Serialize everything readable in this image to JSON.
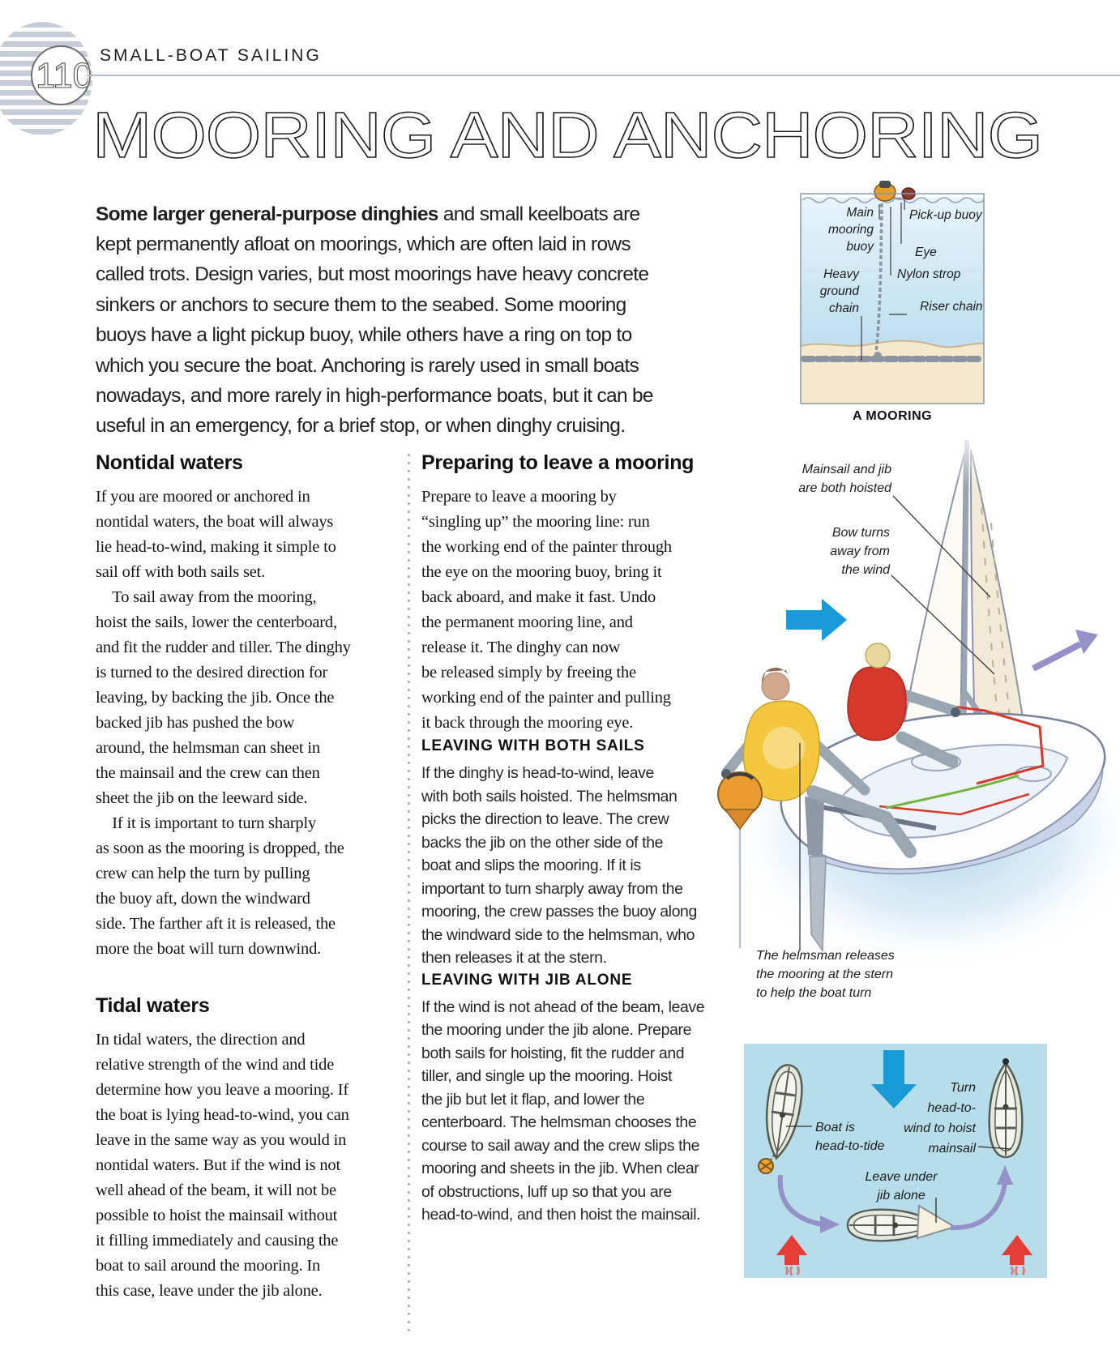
{
  "header": {
    "page_number": "110",
    "section": "SMALL-BOAT SAILING",
    "title": "MOORING AND ANCHORING"
  },
  "intro": {
    "lead": "Some larger general-purpose dinghies",
    "rest": " and small keelboats are\nkept permanently afloat on moorings, which are often laid in rows\ncalled trots. Design varies, but most moorings have heavy concrete\nsinkers or anchors to secure them to the seabed. Some mooring\nbuoys have a light pickup buoy, while others have a ring on top to\nwhich you secure the boat. Anchoring is rarely used in small boats\nnowadays, and more rarely in high-performance boats, but it can be\nuseful in an emergency, for a brief stop, or when dinghy cruising."
  },
  "mooring_diagram": {
    "caption": "A MOORING",
    "labels": {
      "main_buoy": "Main\nmooring\nbuoy",
      "pickup_buoy": "Pick-up buoy",
      "eye": "Eye",
      "nylon_strop": "Nylon strop",
      "ground_chain": "Heavy\nground\nchain",
      "riser_chain": "Riser chain"
    }
  },
  "columns": {
    "nontidal": {
      "heading": "Nontidal waters",
      "body": "If you are moored or anchored in\nnontidal waters, the boat will always\nlie head-to-wind, making it simple to\nsail off with both sails set.\n To sail away from the mooring,\nhoist the sails, lower the centerboard,\nand fit the rudder and tiller. The dinghy\nis turned to the desired direction for\nleaving, by backing the jib. Once the\nbacked jib has pushed the bow\naround, the helmsman can sheet in\nthe mainsail and the crew can then\nsheet the jib on the leeward side.\n If it is important to turn sharply\nas soon as the mooring is dropped, the\ncrew can help the turn by pulling\nthe buoy aft, down the windward\nside. The farther aft it is released, the\nmore the boat will turn downwind."
    },
    "tidal": {
      "heading": "Tidal waters",
      "body": "In tidal waters, the direction and\nrelative strength of the wind and tide\ndetermine how you leave a mooring. If\nthe boat is lying head-to-wind, you can\nleave in the same way as you would in\nnontidal waters. But if the wind is not\nwell ahead of the beam, it will not be\npossible to hoist the mainsail without\nit filling immediately and causing the\nboat to sail around the mooring. In\nthis case, leave under the jib alone."
    },
    "preparing": {
      "heading": "Preparing to leave a mooring",
      "body": "Prepare to leave a mooring by\n“singling up” the mooring line: run\nthe working end of the painter through\nthe eye on the mooring buoy, bring it\nback aboard, and make it fast. Undo\nthe permanent mooring line, and\nrelease it. The dinghy can now\nbe released simply by freeing the\nworking end of the painter and pulling\nit back through the mooring eye."
    },
    "both_sails": {
      "heading": "LEAVING WITH BOTH SAILS",
      "body": "If the dinghy is head-to-wind, leave\nwith both sails hoisted. The helmsman\npicks the direction to leave. The crew\nbacks the jib on the other side of the\nboat and slips the mooring. If it is\nimportant to turn sharply away from the\nmooring, the crew passes the buoy along\nthe windward side to the helmsman, who\nthen releases it at the stern."
    },
    "jib_alone": {
      "heading": "LEAVING WITH JIB ALONE",
      "body": "If the wind is not ahead of the beam, leave\nthe mooring under the jib alone. Prepare\nboth sails for hoisting, fit the rudder and\ntiller, and single up the mooring. Hoist\nthe jib but let it flap, and lower the\ncenterboard. The helmsman chooses the\ncourse to sail away and the crew slips the\nmooring and sheets in the jib. When clear\nof obstructions, luff up so that you are\nhead-to-wind, and then hoist the mainsail."
    }
  },
  "illustration": {
    "labels": {
      "sails_hoisted": "Mainsail and jib\nare both hoisted",
      "bow_turns": "Bow turns\naway from\nthe wind",
      "helmsman_releases": "The helmsman releases\nthe mooring at the stern\nto help the boat turn"
    }
  },
  "bottom_diagram": {
    "labels": {
      "head_to_tide": "Boat is\nhead-to-tide",
      "turn_head_to_wind": "Turn\nhead-to-\nwind to hoist\nmainsail",
      "leave_under_jib": "Leave under\njib alone"
    }
  },
  "colors": {
    "wind_arrow_blue": "#189ad6",
    "course_arrow_purple": "#9391c8",
    "wind_arrow_red": "#e33d36",
    "diagram_box_blue": "#b6dde9",
    "buoy_orange": "#eb9c31",
    "vest_yellow": "#f4c83e",
    "vest_red": "#d6382c",
    "sand": "#f6e8cc"
  }
}
